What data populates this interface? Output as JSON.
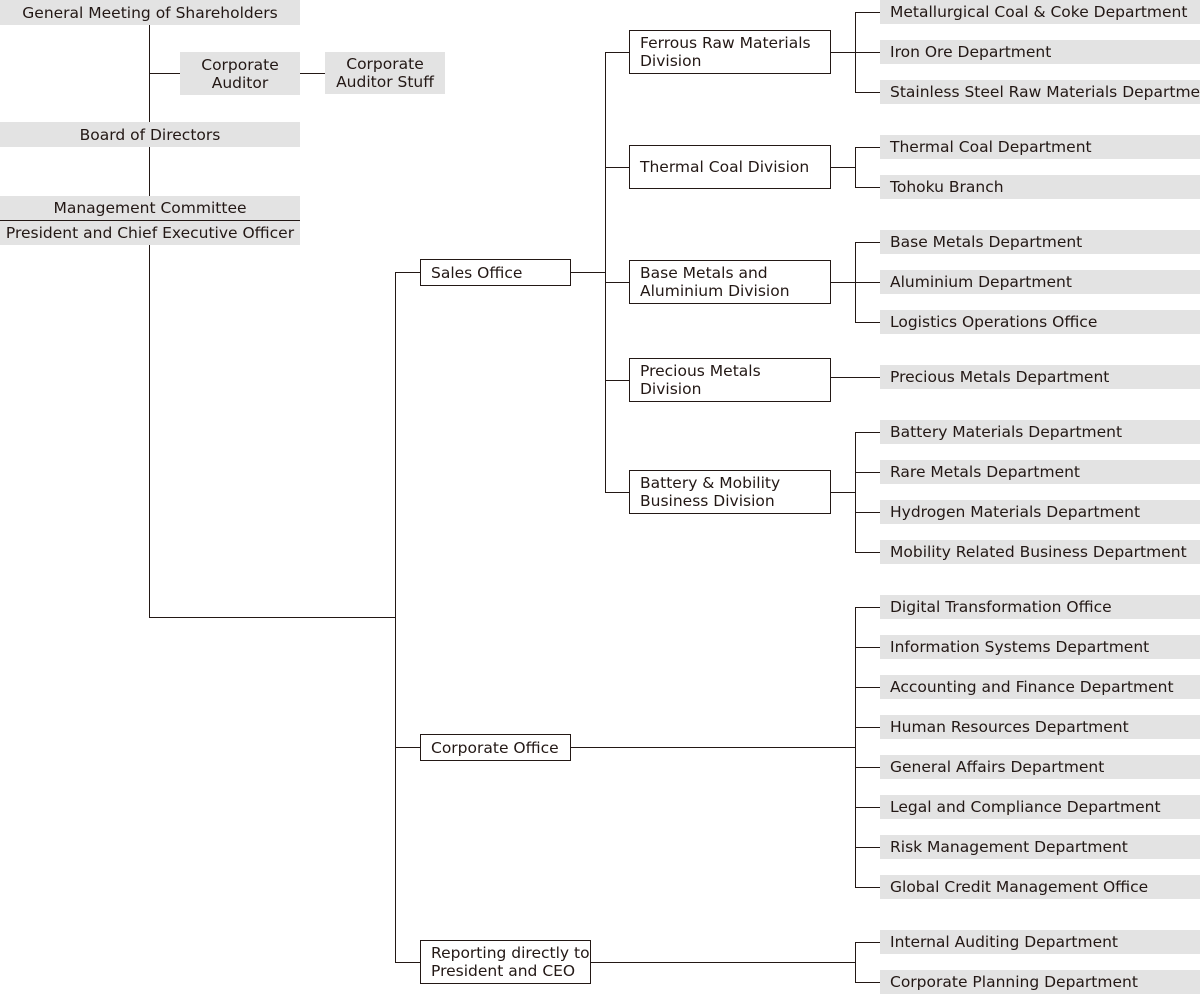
{
  "governance": {
    "shareholders": "General Meeting of Shareholders",
    "auditor_line1": "Corporate",
    "auditor_line2": "Auditor",
    "auditor_staff_line1": "Corporate",
    "auditor_staff_line2": "Auditor Stuff",
    "board": "Board of Directors",
    "management_committee": "Management Committee",
    "president": "President and Chief Executive Officer"
  },
  "offices": {
    "sales": "Sales Office",
    "corporate": "Corporate Office",
    "reporting_line1": "Reporting directly to",
    "reporting_line2": "President and CEO"
  },
  "divisions": [
    {
      "line1": "Ferrous Raw Materials",
      "line2": "Division",
      "departments": [
        "Metallurgical Coal & Coke Department",
        "Iron Ore Department",
        "Stainless Steel Raw Materials Department"
      ]
    },
    {
      "line1": "Thermal Coal Division",
      "line2": "",
      "departments": [
        "Thermal Coal Department",
        "Tohoku Branch"
      ]
    },
    {
      "line1": "Base Metals and",
      "line2": "Aluminium Division",
      "departments": [
        "Base Metals Department",
        "Aluminium Department",
        "Logistics Operations Office"
      ]
    },
    {
      "line1": "Precious Metals",
      "line2": "Division",
      "departments": [
        "Precious Metals Department"
      ]
    },
    {
      "line1": "Battery & Mobility",
      "line2": "Business Division",
      "departments": [
        "Battery Materials Department",
        "Rare Metals Department",
        "Hydrogen Materials Department",
        "Mobility Related Business Department"
      ]
    }
  ],
  "corporate_departments": [
    "Digital Transformation Office",
    "Information Systems Department",
    "Accounting and Finance Department",
    "Human Resources Department",
    "General Affairs Department",
    "Legal and Compliance Department",
    "Risk Management Department",
    "Global Credit Management Office"
  ],
  "reporting_departments": [
    "Internal Auditing Department",
    "Corporate Planning Department"
  ]
}
